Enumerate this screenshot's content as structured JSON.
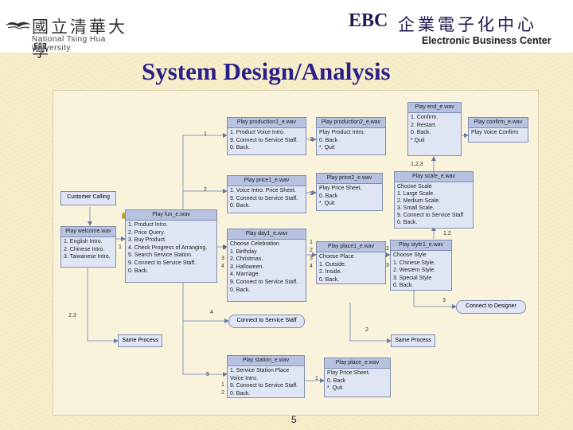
{
  "header": {
    "university_cn": "國立清華大學",
    "university_en": "National Tsing Hua University",
    "ebc": "EBC",
    "ebc_cn": "企業電子化中心",
    "ebc_en": "Electronic Business Center"
  },
  "title": "System Design/Analysis",
  "nodes": {
    "end": {
      "header": "Play end_e.wav",
      "lines": [
        "1. Confirm.",
        "2. Restart.",
        "0. Back.",
        "* Quit"
      ]
    },
    "confirm": {
      "header": "Play confirm_e.wav",
      "lines": [
        "Play Voice Confirm"
      ]
    },
    "product1": {
      "header": "Play production1_e.wav",
      "lines": [
        "1. Product Voice Intro.",
        "9. Connect to Service Staff.",
        "0. Back."
      ]
    },
    "product2": {
      "header": "Play production2_e.wav",
      "lines": [
        "Play Product Intro.",
        "0. Back",
        "*. Quit"
      ]
    },
    "price1": {
      "header": "Play price1_e.wav",
      "lines": [
        "1. Voice Intro. Price Sheet.",
        "9. Connect to Service Staff.",
        "0. Back."
      ]
    },
    "price2": {
      "header": "Play price2_e.wav",
      "lines": [
        "Play Price Sheet.",
        "0. Back",
        "*. Quit"
      ]
    },
    "scale": {
      "header": "Play scale_e.wav",
      "lines": [
        "Choose Scale",
        "1. Large Scale.",
        "2. Medium Scale.",
        "3. Small Scale.",
        "9. Connect to Service Staff",
        "0. Back."
      ]
    },
    "fun": {
      "header": "Play fun_e.wav",
      "lines": [
        "1. Product Intro.",
        "2. Price Query.",
        "3. Buy Product.",
        "4. Check Progress of Arranging.",
        "5. Search Service Station.",
        "9. Connect to Service Staff.",
        "0. Back."
      ]
    },
    "welcome": {
      "header": "Play welcome.wav",
      "lines": [
        "1. English Intro.",
        "2. Chinese Intro.",
        "3. Taiwanese Intro."
      ]
    },
    "day1": {
      "header": "Play day1_e.wav",
      "lines": [
        "Choose Celebration",
        "1. Birthday",
        "2. Christmas.",
        "3. Halloween.",
        "4. Marriage.",
        "9. Connect to Service Staff.",
        "0. Back."
      ]
    },
    "place1": {
      "header": "Play place1_e.wav",
      "lines": [
        "Choose Place",
        "1. Outside.",
        "2. Inside.",
        "0. Back."
      ]
    },
    "style1": {
      "header": "Play style1_e.wav",
      "lines": [
        "Choose Style",
        "1. Chinese Style.",
        "2. Western Style.",
        "3. Special Style",
        "0. Back."
      ]
    },
    "station": {
      "header": "Play station_e.wav",
      "lines": [
        "1. Service Station Place",
        "Voice Intro.",
        "9. Connect to Service Staff.",
        "0. Back."
      ]
    },
    "place": {
      "header": "Play place_e.wav",
      "lines": [
        "Play Price Sheet.",
        "0. Back",
        "*. Quit"
      ]
    }
  },
  "boxes": {
    "customer_calling": "Customer Calling",
    "connect_staff": "Connect to Service Staff",
    "connect_designer": "Connect to Designer",
    "same_process_left": "Same Process",
    "same_process_right": "Same Process"
  },
  "edge_labels": {
    "l_1a": "1",
    "l_1b": "1",
    "l_2a": "2",
    "l_1c": "1",
    "l_123": "1,2,3",
    "l_3": "3",
    "l_1d": "1",
    "l_2b": "2",
    "l_3b": "3",
    "l_4": "4",
    "l_12": "1,2",
    "l_1e": "1",
    "l_2c": "2",
    "l_3c": "3",
    "l_4b": "4",
    "l_1f": "1",
    "l_2d": "2",
    "l_3d": "3",
    "l_23": "2,3",
    "l_4c": "4",
    "l_3e": "3",
    "l_2e": "2",
    "l_5": "5",
    "l_1g": "1"
  },
  "page_number": "5",
  "colors": {
    "title": "#2a1f8a",
    "node_fill": "#dfe5f3",
    "node_header": "#b7c2e0",
    "node_border": "#7f8fb3"
  }
}
